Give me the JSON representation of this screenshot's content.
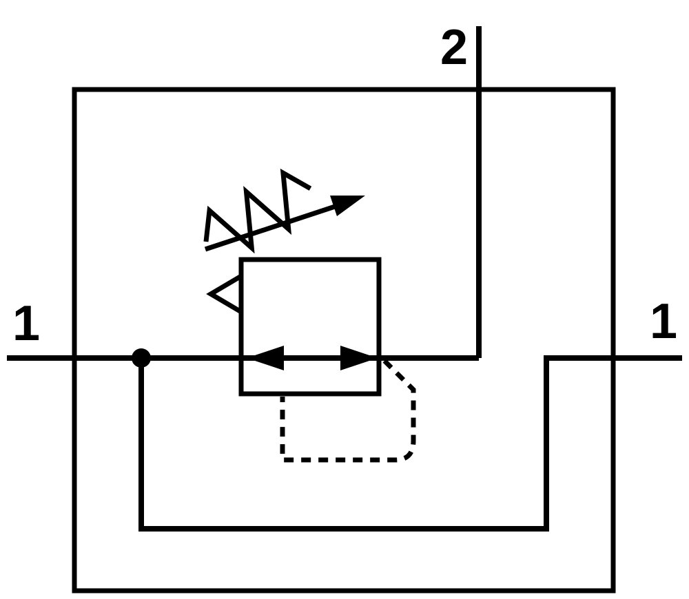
{
  "colors": {
    "line": "#000000",
    "background": "#ffffff"
  },
  "ports": {
    "left": {
      "label": "1"
    },
    "top": {
      "label": "2"
    },
    "right": {
      "label": "1"
    }
  },
  "icons": {
    "valve_body": "regulator-valve-body",
    "spring": "adjustable-spring-icon",
    "adjustment_arrow": "adjustment-arrow-icon",
    "flow_arrow_left": "flow-arrow-left-icon",
    "flow_arrow_right": "flow-arrow-right-icon",
    "pilot_line": "pilot-line-dashed",
    "junction": "junction-dot",
    "vent": "vent-triangle-icon"
  }
}
